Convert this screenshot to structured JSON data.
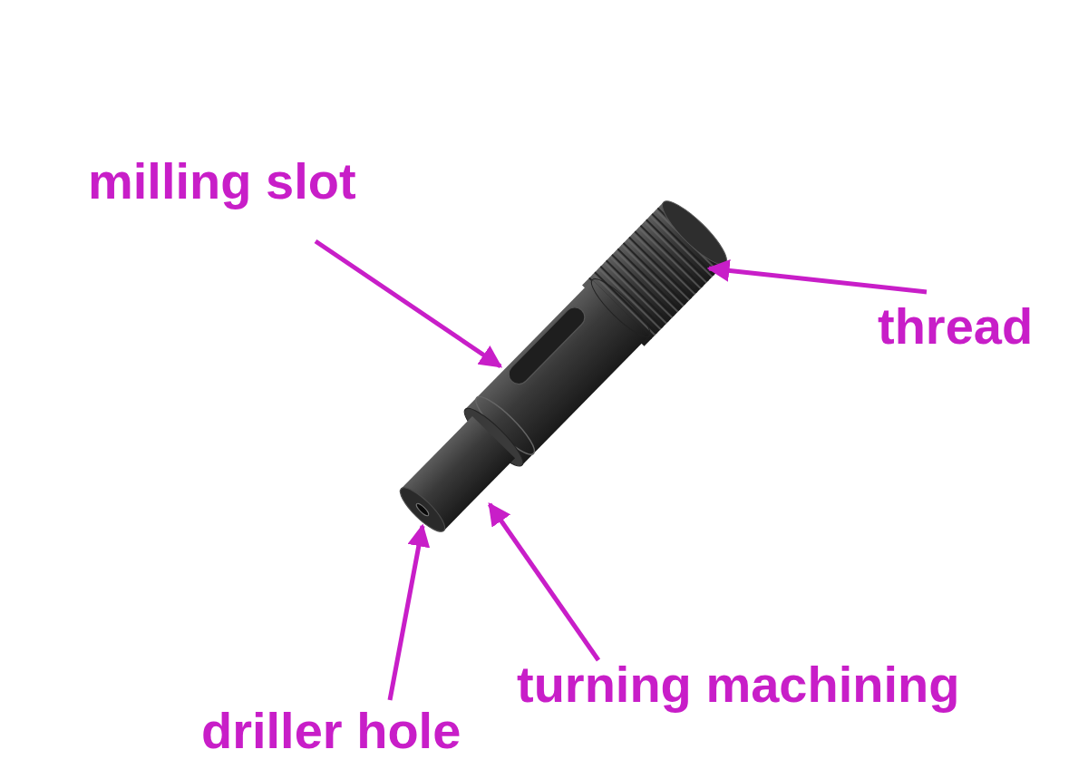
{
  "diagram": {
    "labels": [
      "milling slot",
      "thread",
      "turning machining",
      "driller hole"
    ]
  }
}
